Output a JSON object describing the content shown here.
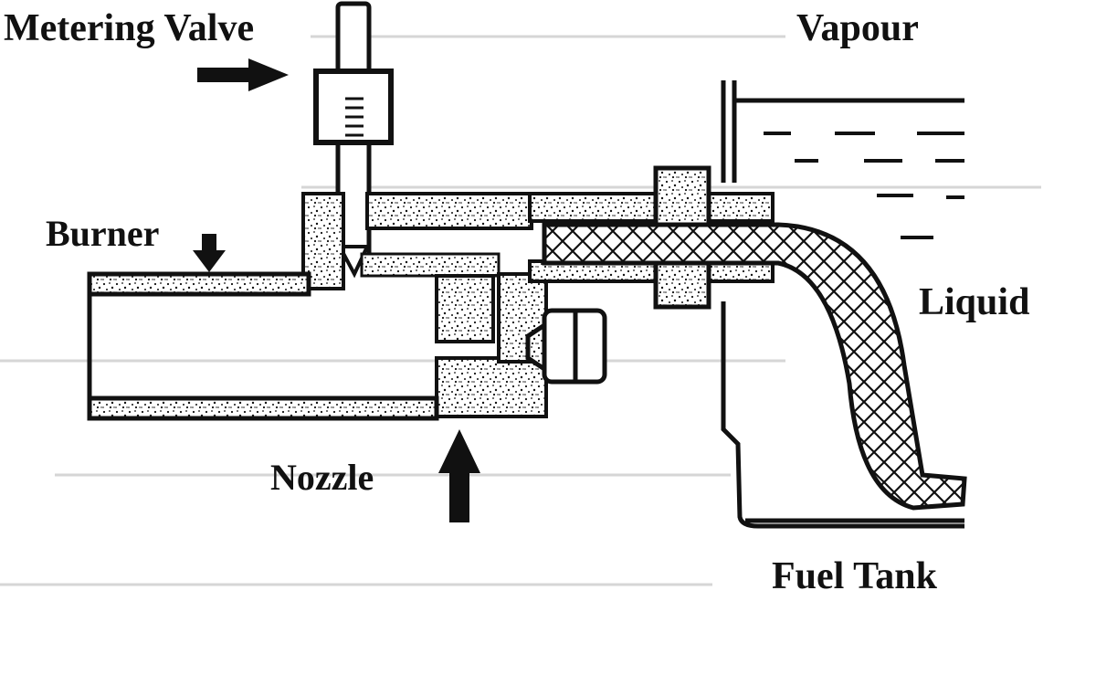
{
  "diagram": {
    "labels": {
      "metering_valve": "Metering Valve",
      "vapour": "Vapour",
      "burner": "Burner",
      "liquid": "Liquid",
      "nozzle": "Nozzle",
      "fuel_tank": "Fuel Tank"
    },
    "colors": {
      "ink": "#111111",
      "paper": "#ffffff",
      "background_text": "#cfcfcf"
    }
  }
}
